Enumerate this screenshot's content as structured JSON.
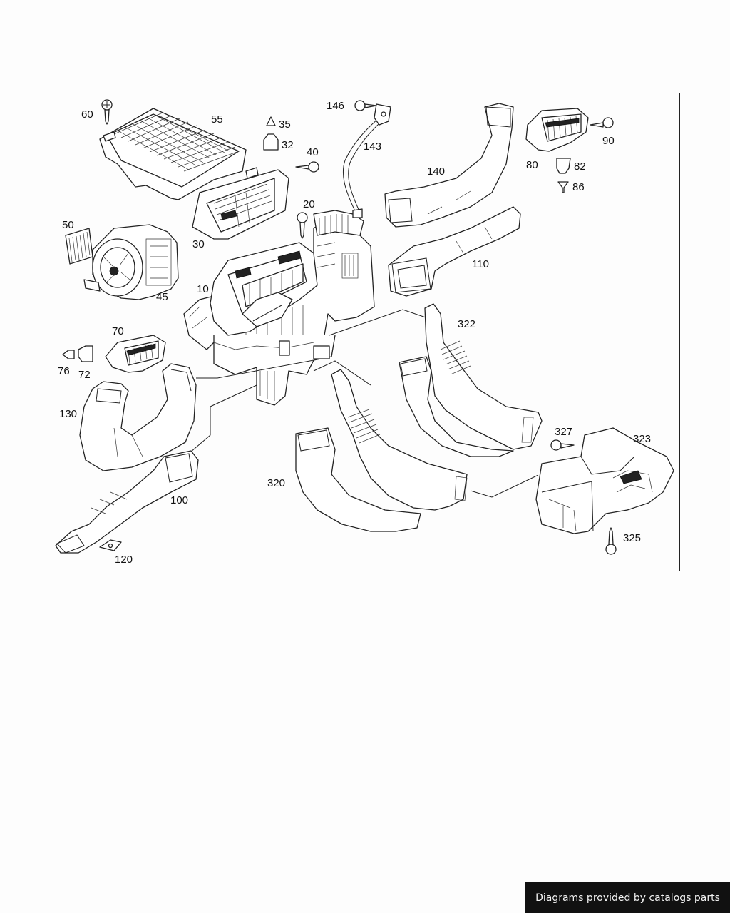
{
  "callouts": {
    "p10": "10",
    "p20": "20",
    "p30": "30",
    "p32": "32",
    "p35": "35",
    "p40": "40",
    "p45": "45",
    "p50": "50",
    "p55": "55",
    "p60": "60",
    "p70": "70",
    "p72": "72",
    "p76": "76",
    "p80": "80",
    "p82": "82",
    "p86": "86",
    "p90": "90",
    "p100": "100",
    "p110": "110",
    "p120": "120",
    "p130": "130",
    "p140": "140",
    "p143": "143",
    "p146": "146",
    "p320": "320",
    "p322": "322",
    "p323": "323",
    "p325": "325",
    "p327": "327"
  },
  "watermark": "Diagrams provided by catalogs parts"
}
